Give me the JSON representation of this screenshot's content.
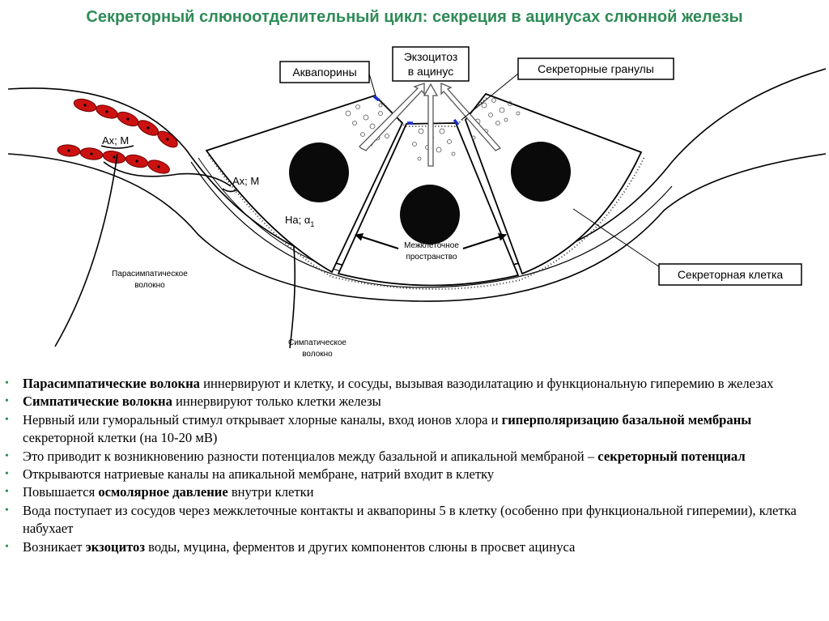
{
  "title": "Секреторный слюноотделительный цикл: секреция в ацинусах слюнной железы",
  "diagram": {
    "labels": {
      "aquaporins": "Аквапорины",
      "exocytosis_line1": "Экзоцитоз",
      "exocytosis_line2": "в ацинус",
      "granules": "Секреторные гранулы",
      "ach_m_1": "Ах; М",
      "ach_m_2": "Ах; М",
      "na_alpha": "На; α",
      "na_alpha_sub": "1",
      "intercellular_line1": "Межклеточное",
      "intercellular_line2": "пространство",
      "secretory_cell": "Секреторная клетка",
      "parasym_line1": "Парасимпатическое",
      "parasym_line2": "волокно",
      "sym_line1": "Симпатическое",
      "sym_line2": "волокно"
    },
    "colors": {
      "erythrocyte": "#cc1111",
      "aquaporin": "#1a2fd0",
      "nucleus": "#0a0a0a"
    }
  },
  "bullets": [
    [
      {
        "t": "Парасимпатические волокна",
        "b": true
      },
      {
        "t": " иннервируют и клетку, и сосуды, вызывая вазодилатацию и функциональную гиперемию в железах",
        "b": false
      }
    ],
    [
      {
        "t": "Симпатические волокна",
        "b": true
      },
      {
        "t": " иннервируют только клетки железы",
        "b": false
      }
    ],
    [
      {
        "t": "Нервный или гуморальный стимул открывает хлорные каналы, вход ионов хлора и ",
        "b": false
      },
      {
        "t": "гиперполяризацию базальной мембраны",
        "b": true
      },
      {
        "t": " секреторной клетки (на 10-20 мВ)",
        "b": false
      }
    ],
    [
      {
        "t": "Это приводит к возникновению разности потенциалов между базальной и апикальной мембраной – ",
        "b": false
      },
      {
        "t": "секреторный потенциал",
        "b": true
      }
    ],
    [
      {
        "t": "Открываются натриевые каналы на апикальной мембране, натрий входит в клетку",
        "b": false
      }
    ],
    [
      {
        "t": "Повышается ",
        "b": false
      },
      {
        "t": "осмолярное давление",
        "b": true
      },
      {
        "t": " внутри клетки",
        "b": false
      }
    ],
    [
      {
        "t": "Вода поступает из сосудов через межклеточные контакты и аквапорины 5 в клетку (особенно при функциональной гиперемии), клетка набухает",
        "b": false
      }
    ],
    [
      {
        "t": "Возникает ",
        "b": false
      },
      {
        "t": "экзоцитоз",
        "b": true
      },
      {
        "t": " воды, муцина, ферментов и других компонентов слюны в просвет ацинуса",
        "b": false
      }
    ]
  ]
}
